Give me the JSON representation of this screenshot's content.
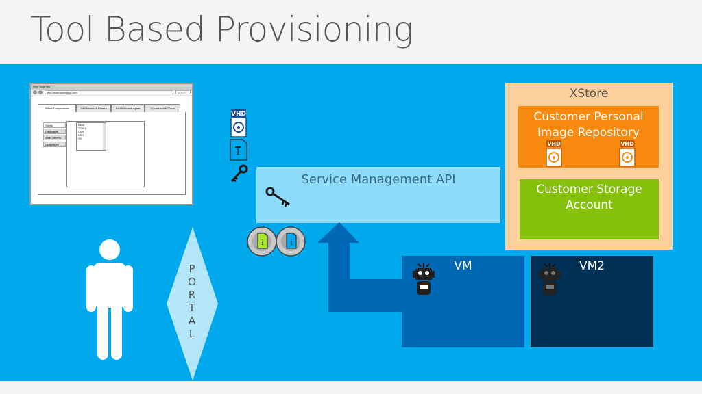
{
  "title": "Tool Based Provisioning",
  "browser": {
    "window_title": "Web page title",
    "url": "http://www.portaltool.com",
    "search": "search",
    "tabs": [
      "Select Components",
      "Add Microsoft Drivers",
      "Add Microsoft Agent",
      "Upload to the Cloud"
    ],
    "categories": [
      "Shells",
      "Databases",
      "Web Servers",
      "Languages"
    ],
    "list_items": [
      "Bash",
      "TCSH",
      "CSH",
      "KSH",
      "SH"
    ]
  },
  "service_management_api": "Service Management API",
  "xstore": {
    "label": "XStore",
    "repository": [
      "Customer Personal",
      "Image Repository"
    ],
    "storage": [
      "Customer Storage",
      "Account"
    ]
  },
  "vhd_label": "VHD",
  "vm_label": "VM",
  "vm2_label": "VM2",
  "portal_letters": [
    "P",
    "O",
    "R",
    "T",
    "A",
    "L"
  ],
  "colors": {
    "stage": "#00a8ec",
    "api": "#8fdcfa",
    "xstore": "#fdcf9c",
    "repository": "#f7890e",
    "storage": "#86c20c",
    "vm": "#0067b5",
    "vm2": "#003056",
    "arrow": "#0067b5"
  }
}
